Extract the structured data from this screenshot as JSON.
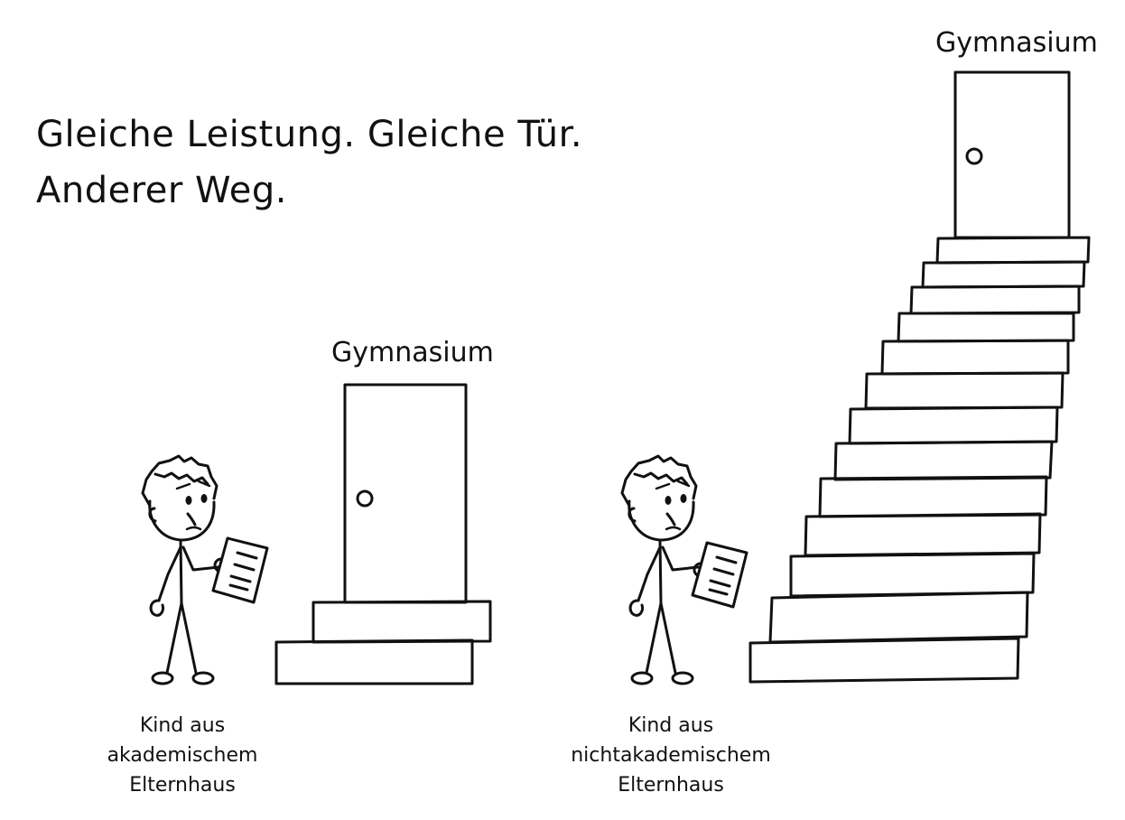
{
  "headline": {
    "line1": "Gleiche Leistung. Gleiche Tür.",
    "line2": "Anderer Weg."
  },
  "scene_left": {
    "door_label": "Gymnasium",
    "caption": "Kind aus\nakademischem\nElternhaus",
    "step_count": 2
  },
  "scene_right": {
    "door_label": "Gymnasium",
    "caption": "Kind aus\nnichtakademischem\nElternhaus",
    "step_count": 13
  },
  "colors": {
    "ink": "#111111",
    "paper": "#ffffff"
  },
  "icons": [
    "stick-figure-icon",
    "report-card-icon",
    "door-icon",
    "staircase-icon"
  ]
}
